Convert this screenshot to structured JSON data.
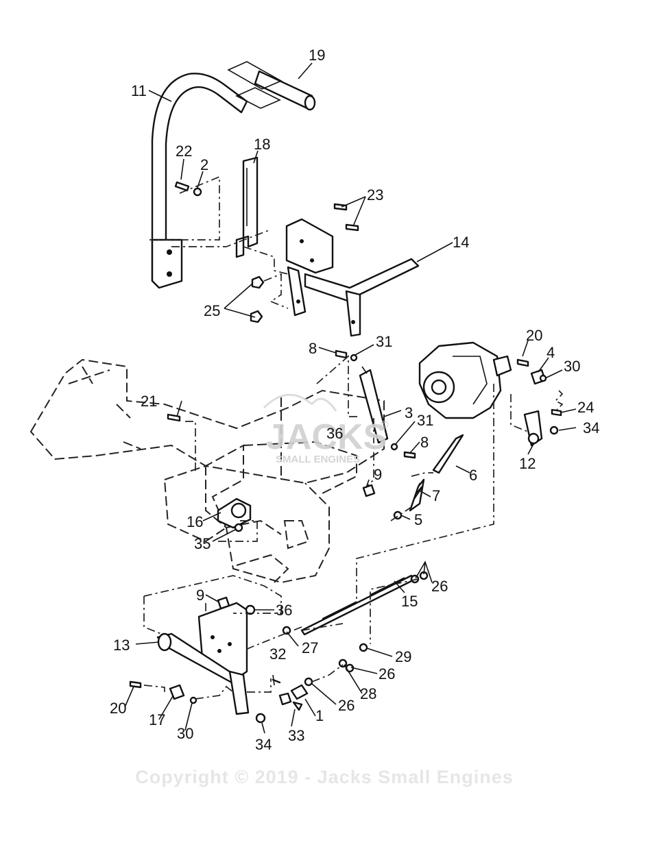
{
  "diagram": {
    "callouts": {
      "c1": "1",
      "c2": "2",
      "c3": "3",
      "c4": "4",
      "c5": "5",
      "c6": "6",
      "c7": "7",
      "c8a": "8",
      "c8b": "8",
      "c9a": "9",
      "c9b": "9",
      "c11": "11",
      "c12": "12",
      "c13": "13",
      "c14": "14",
      "c15": "15",
      "c16": "16",
      "c17": "17",
      "c18": "18",
      "c19": "19",
      "c20a": "20",
      "c20b": "20",
      "c21": "21",
      "c22": "22",
      "c23": "23",
      "c24": "24",
      "c25": "25",
      "c26a": "26",
      "c26b": "26",
      "c26c": "26",
      "c27": "27",
      "c28": "28",
      "c29": "29",
      "c30a": "30",
      "c30b": "30",
      "c31a": "31",
      "c31b": "31",
      "c32": "32",
      "c33": "33",
      "c34a": "34",
      "c34b": "34",
      "c35": "35",
      "c36a": "36",
      "c36b": "36"
    },
    "watermark": {
      "brand": "JACKS",
      "tagline": "SMALL ENGINES",
      "symbol": "©"
    },
    "copyright": "Copyright © 2019 - Jacks Small Engines"
  }
}
